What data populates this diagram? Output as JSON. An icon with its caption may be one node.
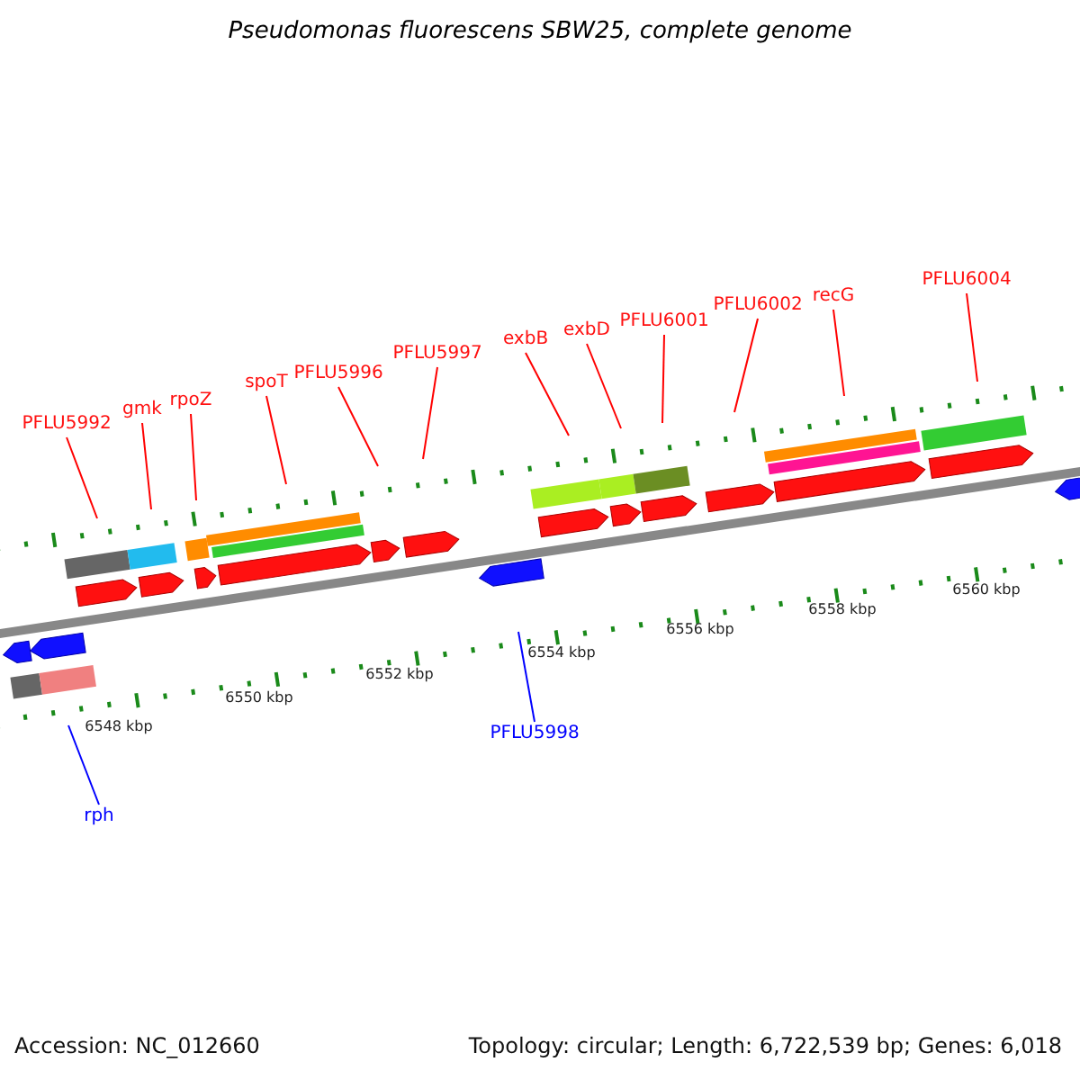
{
  "diagram": {
    "title": "Pseudomonas fluorescens SBW25, complete genome",
    "nodes": [
      {
        "text": [
          "PFLU5992"
        ]
      },
      {
        "text": [
          "gmk"
        ]
      },
      {
        "text": [
          "rpoZ"
        ]
      },
      {
        "text": [
          "spoT"
        ]
      },
      {
        "text": [
          "PFLU5996"
        ]
      },
      {
        "text": [
          "PFLU5997"
        ]
      },
      {
        "text": [
          "exbB"
        ]
      },
      {
        "text": [
          "exbD"
        ]
      },
      {
        "text": [
          "PFLU6001"
        ]
      },
      {
        "text": [
          "PFLU6002"
        ]
      },
      {
        "text": [
          "recG"
        ]
      },
      {
        "text": [
          "PFLU6004"
        ]
      },
      {
        "text": [
          "PFLU5998"
        ]
      },
      {
        "text": [
          "rph"
        ]
      }
    ],
    "edges": [
      {
        "from": 0,
        "to": null,
        "arrow": "none"
      },
      {
        "from": 1,
        "to": null,
        "arrow": "none"
      },
      {
        "from": 2,
        "to": null,
        "arrow": "none"
      },
      {
        "from": 3,
        "to": null,
        "arrow": "none"
      },
      {
        "from": 4,
        "to": null,
        "arrow": "none"
      },
      {
        "from": 5,
        "to": null,
        "arrow": "none"
      },
      {
        "from": 6,
        "to": null,
        "arrow": "none"
      },
      {
        "from": 7,
        "to": null,
        "arrow": "none"
      },
      {
        "from": 8,
        "to": null,
        "arrow": "none"
      },
      {
        "from": 9,
        "to": null,
        "arrow": "none"
      },
      {
        "from": 10,
        "to": null,
        "arrow": "none"
      },
      {
        "from": 11,
        "to": null,
        "arrow": "none"
      },
      {
        "from": 12,
        "to": null,
        "arrow": "none",
        "color": "#0000ff"
      },
      {
        "from": 13,
        "to": null,
        "arrow": "none",
        "color": "#0000ff"
      }
    ],
    "labels": [
      "6548 kbp",
      "6550 kbp",
      "6552 kbp",
      "6554 kbp",
      "6556 kbp",
      "6558 kbp",
      "6560 kbp",
      "Accession: NC_012660",
      "Topology: circular; Length: 6,722,539 bp; Genes: 6,018"
    ]
  }
}
